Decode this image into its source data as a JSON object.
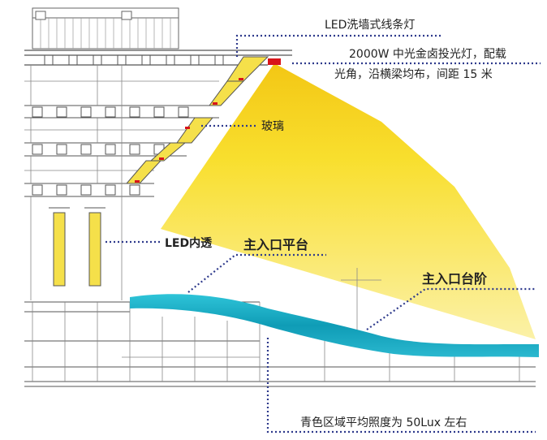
{
  "labels": {
    "led_wash": "LED洗墙式线条灯",
    "floodlight_line1": "2000W 中光金卤投光灯，配载",
    "floodlight_line2": "光角，沿横梁均布，间距 15 米",
    "glass": "玻璃",
    "led_inner": "LED内透",
    "main_platform": "主入口平台",
    "main_steps": "主入口台阶",
    "cyan_note": "青色区域平均照度为 50Lux 左右"
  },
  "colors": {
    "beam_yellow": "#f7d81a",
    "led_yellow": "#f5e04a",
    "cyan_band": "#14a7bf",
    "callout_dots": "#2e3a8c",
    "floodlight_red": "#d8141a",
    "drawing_lines": "#555555"
  }
}
